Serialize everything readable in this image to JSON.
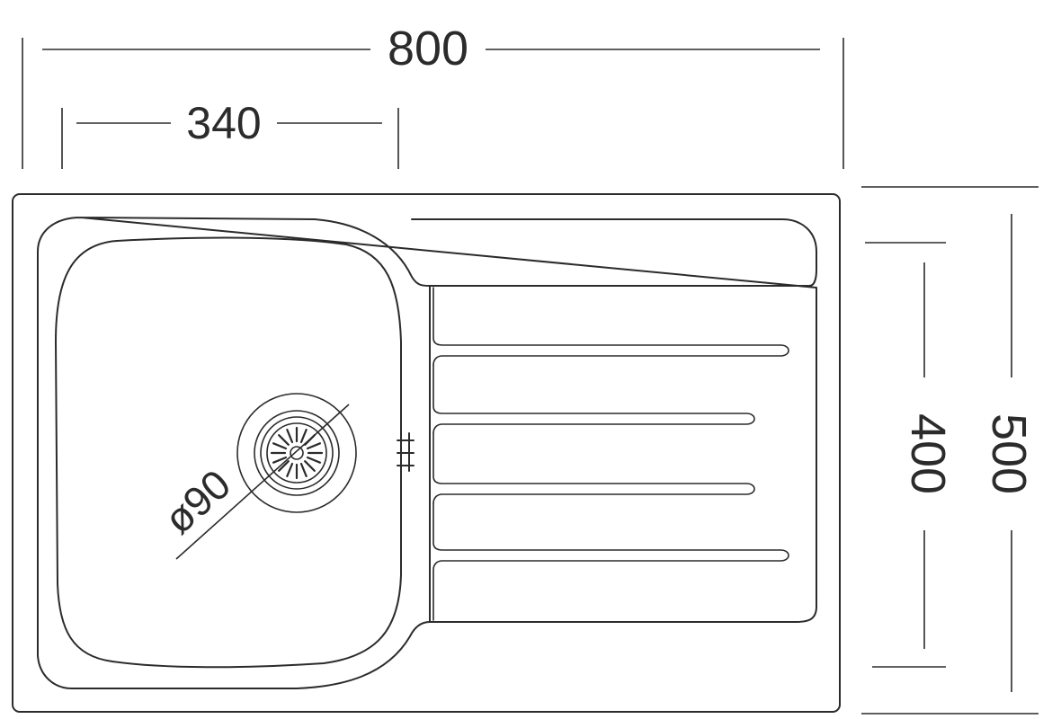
{
  "dimensions": {
    "overall_width": "800",
    "bowl_width": "340",
    "overall_depth": "500",
    "bowl_depth": "400",
    "drain_diameter": "ø90"
  },
  "colors": {
    "line": "#2b2b2b",
    "background": "#ffffff"
  }
}
